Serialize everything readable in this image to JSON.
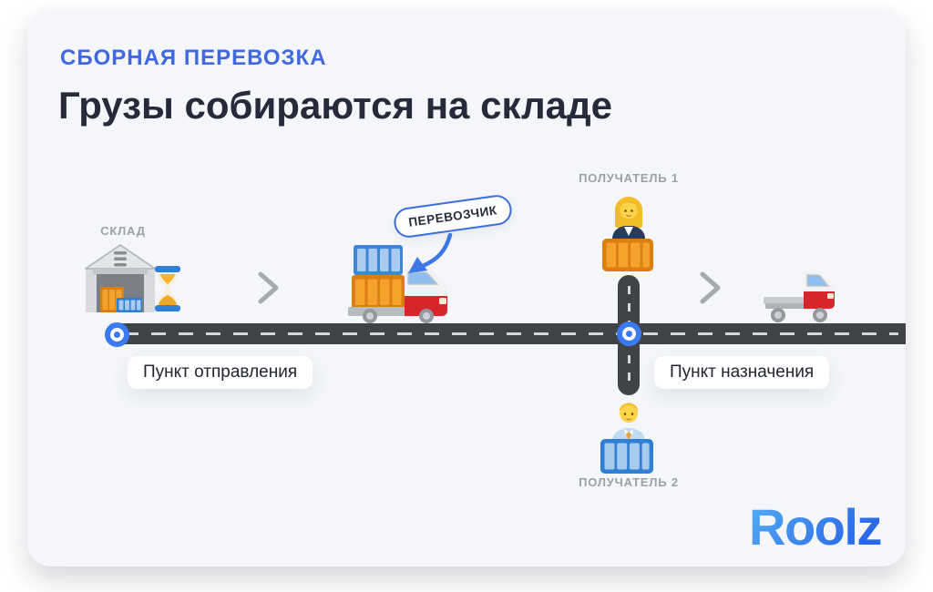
{
  "header": {
    "eyebrow": "СБОРНАЯ ПЕРЕВОЗКА",
    "title": "Грузы собираются на складе"
  },
  "diagram": {
    "warehouse_label": "СКЛАД",
    "carrier_bubble_label": "ПЕРЕВОЗЧИК",
    "receiver1_label": "ПОЛУЧАТЕЛЬ 1",
    "receiver2_label": "ПОЛУЧАТЕЛЬ 2",
    "origin_pill_label": "Пункт отправления",
    "destination_pill_label": "Пункт назначения",
    "icons": {
      "warehouse-icon": "gray warehouse with crates inside",
      "hourglass-icon": "hourglass with orange sand, blue caps",
      "chevron-right-icon": "gray right chevron (x2)",
      "loaded-truck-icon": "truck loaded with orange crate and blue container",
      "carrier-arrow-icon": "curved blue arrow from bubble to truck",
      "woman-icon": "blond woman in dark jacket (receiver 1)",
      "orange-crate-icon": "orange cargo crate",
      "man-icon": "blond man in blue shirt with tie (receiver 2)",
      "blue-crate-icon": "blue cargo crate",
      "empty-truck-icon": "empty flatbed truck",
      "route-marker-icon": "blue ringed route point (x2)"
    }
  },
  "branding": {
    "logo_text": "Roolz"
  },
  "colors": {
    "accent_blue": "#4168E1",
    "marker_blue": "#3A79F1",
    "bubble_border_blue": "#3B6FE0",
    "road_dark": "#404448",
    "card_background": "#F4F6F9",
    "label_gray": "#9CA0A8",
    "title_dark": "#252B3B",
    "logo_gradient_start": "#55AEF3",
    "logo_gradient_end": "#2A67E8"
  }
}
